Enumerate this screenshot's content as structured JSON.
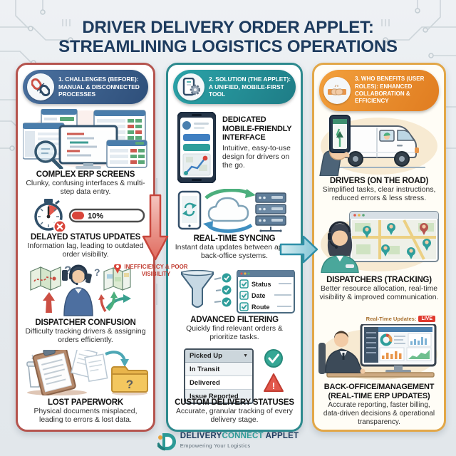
{
  "title": {
    "line1": "DRIVER DELIVERY ORDER APPLET:",
    "line2": "STREAMLINING LOGISTICS OPERATIONS"
  },
  "colors": {
    "navy_title": "#1d3b5e",
    "col1_accent": "#b5544e",
    "col1_header": "#3a6191",
    "col2_accent": "#2e8a8e",
    "col2_header": "#24929c",
    "col3_accent": "#e2a748",
    "col3_header": "#ea8e2e",
    "alert_red": "#c13c31",
    "live_red": "#e0392e",
    "teal": "#2f9e9b",
    "green": "#4caf7d"
  },
  "icons": {
    "column1": "broken-chain",
    "column2": "mobile-gear",
    "column3": "handshake",
    "dropdown_caret": "▼",
    "check": "✓",
    "warning": "!"
  },
  "columns": {
    "challenges": {
      "header": "1. CHALLENGES (BEFORE): MANUAL & DISCONNECTED PROCESSES",
      "sections": {
        "erp": {
          "heading": "COMPLEX ERP SCREENS",
          "body": "Clunky, confusing interfaces & multi-step data entry."
        },
        "delays": {
          "heading": "DELAYED STATUS UPDATES",
          "body": "Information lag, leading to outdated order visibility.",
          "progress_label": "10%"
        },
        "dispatcher": {
          "heading": "DISPATCHER CONFUSION",
          "body": "Difficulty tracking drivers & assigning orders efficiently."
        },
        "paperwork": {
          "heading": "LOST PAPERWORK",
          "body": "Physical documents misplaced, leading to errors & lost data."
        }
      }
    },
    "solution": {
      "header": "2. SOLUTION (THE APPLET): A UNIFIED, MOBILE-FIRST TOOL",
      "sections": {
        "mobile": {
          "heading": "DEDICATED MOBILE-FRIENDLY INTERFACE",
          "body": "Intuitive, easy-to-use design for drivers on the go."
        },
        "sync": {
          "heading": "REAL-TIME SYNCING",
          "body": "Instant data updates between app & back-office systems."
        },
        "filtering": {
          "heading": "ADVANCED FILTERING",
          "body": "Quickly find relevant orders & prioritize tasks.",
          "filters": [
            "Status",
            "Date",
            "Route"
          ]
        },
        "statuses": {
          "heading": "CUSTOM DELIVERY STATUSES",
          "body": "Accurate, granular tracking of every delivery stage.",
          "dropdown_selected": "Picked Up",
          "dropdown_options": [
            "In Transit",
            "Delivered",
            "Issue Reported"
          ]
        }
      }
    },
    "benefits": {
      "header": "3. WHO BENEFITS (USER ROLES): ENHANCED COLLABORATION & EFFICIENCY",
      "sections": {
        "drivers": {
          "heading": "DRIVERS (ON THE ROAD)",
          "body": "Simplified tasks, clear instructions, reduced errors & less stress."
        },
        "dispatchers": {
          "heading": "DISPATCHERS (TRACKING)",
          "body": "Better resource allocation, real-time visibility & improved communication."
        },
        "backoffice": {
          "heading": "BACK-OFFICE/MANAGEMENT (REAL-TIME ERP UPDATES)",
          "body": "Accurate reporting, faster billing, data-driven decisions & operational transparency.",
          "live_label": "Real-Time Updates:",
          "live_badge": "LIVE"
        }
      }
    }
  },
  "connectors": {
    "inefficiency_label": "INEFFICIENCY & POOR VISIBILITY"
  },
  "footer": {
    "brand_delivery": "DELIVERY",
    "brand_connect": "CONNECT",
    "brand_applet": "APPLET",
    "tagline": "Empowering Your Logistics"
  }
}
